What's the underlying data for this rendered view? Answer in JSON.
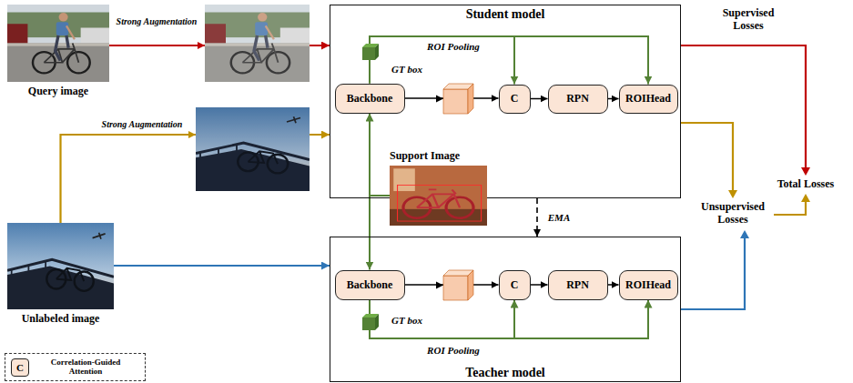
{
  "diagram": {
    "nodes": [
      {
        "text": [
          "Query image"
        ]
      },
      {
        "text": [
          "Student model"
        ]
      },
      {
        "text": [
          "Backbone"
        ],
        "in": 1
      },
      {
        "text": [
          "C"
        ],
        "in": 1
      },
      {
        "text": [
          "RPN"
        ],
        "in": 1
      },
      {
        "text": [
          "ROIHead"
        ],
        "in": 1
      },
      {
        "text": [
          "Support Image"
        ]
      },
      {
        "text": [
          "Unlabeled image"
        ]
      },
      {
        "text": [
          "Teacher model"
        ]
      },
      {
        "text": [
          "Backbone"
        ],
        "in": 8
      },
      {
        "text": [
          "C"
        ],
        "in": 8
      },
      {
        "text": [
          "RPN"
        ],
        "in": 8
      },
      {
        "text": [
          "ROIHead"
        ],
        "in": 8
      }
    ],
    "edges": [
      {
        "from": 0,
        "to": 1,
        "arrow": "to",
        "label": "Strong Augmentation"
      },
      {
        "from": 7,
        "to": 1,
        "arrow": "to",
        "label": "Strong Augmentation"
      },
      {
        "from": 7,
        "to": 8,
        "arrow": "to"
      },
      {
        "from": 1,
        "to": 8,
        "arrow": "to",
        "label": "EMA"
      },
      {
        "from": 2,
        "to": 3,
        "arrow": "to"
      },
      {
        "from": 3,
        "to": 4,
        "arrow": "to"
      },
      {
        "from": 4,
        "to": 5,
        "arrow": "to"
      },
      {
        "from": 2,
        "to": 3,
        "arrow": "to",
        "label": "ROI Pooling"
      },
      {
        "from": 2,
        "to": 5,
        "arrow": "to"
      },
      {
        "from": 6,
        "to": 2,
        "arrow": "to"
      },
      {
        "from": 6,
        "to": 9,
        "arrow": "to"
      },
      {
        "from": 9,
        "to": 10,
        "arrow": "to"
      },
      {
        "from": 10,
        "to": 11,
        "arrow": "to"
      },
      {
        "from": 11,
        "to": 12,
        "arrow": "to"
      },
      {
        "from": 9,
        "to": 10,
        "arrow": "to",
        "label": "ROI Pooling"
      },
      {
        "from": 9,
        "to": 12,
        "arrow": "to"
      }
    ],
    "labels": [
      "GT box",
      "GT box",
      "Supervised Losses",
      "Unsupervised Losses",
      "Total Losses",
      "C"
    ],
    "legend": [
      {
        "text": "Correlation-Guided Attention"
      }
    ]
  }
}
